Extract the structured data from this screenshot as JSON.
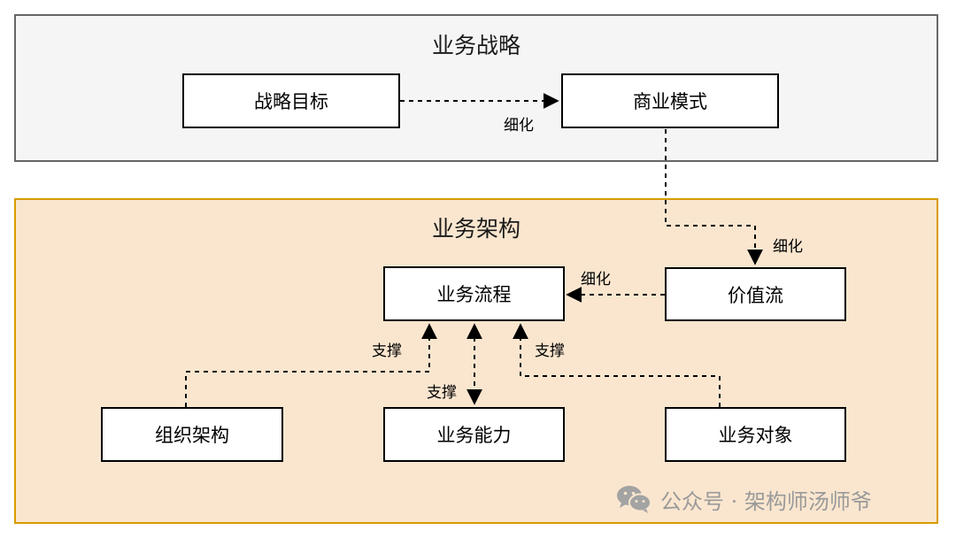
{
  "groups": {
    "strategy": {
      "title": "业务战略"
    },
    "architecture": {
      "title": "业务架构"
    }
  },
  "nodes": {
    "strategic_goal": "战略目标",
    "business_model": "商业模式",
    "business_process": "业务流程",
    "value_stream": "价值流",
    "organization": "组织架构",
    "business_capability": "业务能力",
    "business_object": "业务对象"
  },
  "edge_labels": {
    "goal_to_model": "细化",
    "model_to_value": "细化",
    "value_to_process": "细化",
    "org_to_process": "支撑",
    "capability_to_process": "支撑",
    "object_to_process": "支撑"
  },
  "watermark": {
    "icon": "wechat-icon",
    "text": "公众号 · 架构师汤师爷"
  },
  "colors": {
    "strategy_fill": "#f5f5f5",
    "strategy_border": "#666666",
    "architecture_fill": "#fae6cf",
    "architecture_border": "#d79b00",
    "watermark": "#9a9a9a"
  }
}
